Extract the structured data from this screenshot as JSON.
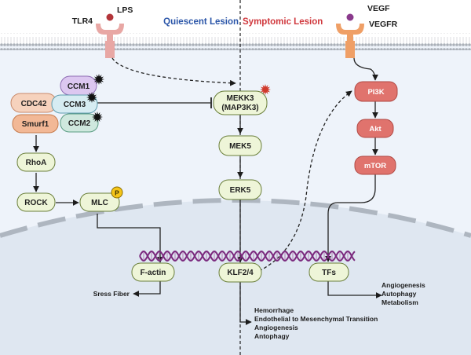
{
  "colors": {
    "quiescent": "#2a55a8",
    "symptomic": "#d0383d",
    "pathway_box": "#eef5d8",
    "pathway_border": "#6a7f3a",
    "vegf_box": "#e0736d",
    "ccm1": "#dcc7f0",
    "ccm3": "#d6ecf2",
    "ccm2": "#cfe8de",
    "cdc42": "#f6d2bd",
    "smurf1": "#f2b896",
    "dna_strand": "#7b2a7e",
    "cytoplasm": "#eef3fa"
  },
  "header": {
    "quiescent_label": "Quiescent Lesion",
    "symptomic_label": "Symptomic Lesion"
  },
  "receptors": {
    "tlr4": "TLR4",
    "lps": "LPS",
    "vegf": "VEGF",
    "vegfr": "VEGFR"
  },
  "ccm_complex": {
    "ccm1": "CCM1",
    "ccm3": "CCM3",
    "ccm2": "CCM2",
    "cdc42": "CDC42",
    "smurf1": "Smurf1"
  },
  "left_pathway": {
    "rhoa": "RhoA",
    "rock": "ROCK",
    "mlc": "MLC",
    "phospho": "P",
    "factin": "F-actin",
    "sress_fiber": "Sress Fiber"
  },
  "center_pathway": {
    "mekk3_line1": "MEKK3",
    "mekk3_line2": "(MAP3K3)",
    "mek5": "MEK5",
    "erk5": "ERK5",
    "klf": "KLF2/4"
  },
  "right_pathway": {
    "pi3k": "PI3K",
    "akt": "Akt",
    "mtor": "mTOR",
    "tfs": "TFs"
  },
  "outcomes": {
    "tfs_outcomes": [
      "Angiogenesis",
      "Autophagy",
      "Metabolism"
    ],
    "klf_outcomes": [
      "Hemorrhage",
      "Endothelial to Mesenchymal Transition",
      "Angiogenesis",
      "Antophagy"
    ]
  }
}
